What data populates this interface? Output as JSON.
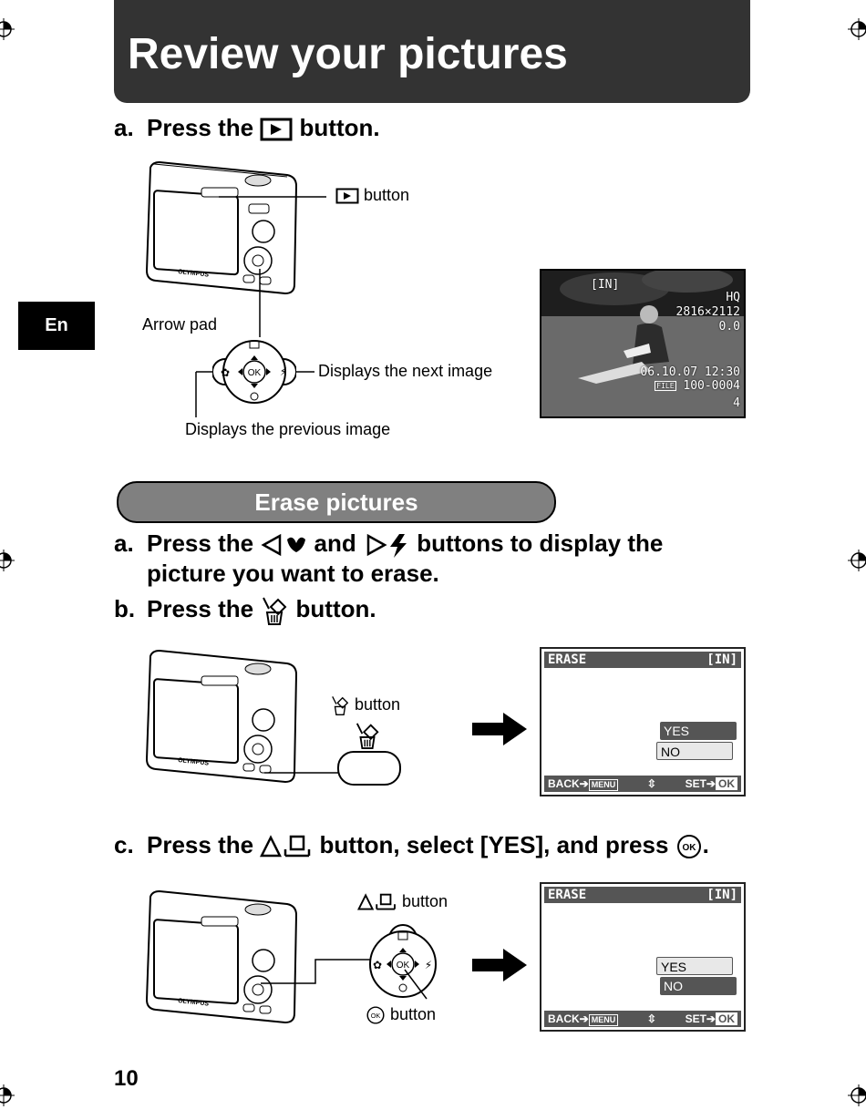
{
  "header": {
    "title": "Review your pictures"
  },
  "side_tab": {
    "label": "En"
  },
  "review": {
    "step_a": {
      "label": "a.",
      "pre": "Press the",
      "post": "button."
    },
    "callout_play_button": "button",
    "callout_arrow_pad": "Arrow pad",
    "callout_next": "Displays the next image",
    "callout_prev": "Displays the previous image"
  },
  "photo_overlay": {
    "memory": "[IN]",
    "quality": "HQ",
    "resolution": "2816×2112",
    "exposure": "0.0",
    "datetime": "06.10.07  12:30",
    "file_badge": "FILE",
    "file_no": "100-0004",
    "frame": "4"
  },
  "erase_section": {
    "heading": "Erase pictures",
    "step_a": {
      "label": "a.",
      "pre": "Press the",
      "mid": "and",
      "post": "buttons to display the",
      "line2": "picture you want to erase."
    },
    "step_b": {
      "label": "b.",
      "pre": "Press the",
      "post": "button."
    },
    "step_b_callout": "button",
    "step_c": {
      "label": "c.",
      "pre": "Press the",
      "mid": "button, select [YES], and press",
      "post": "."
    },
    "step_c_callout_print": "button",
    "step_c_callout_ok": "button"
  },
  "erase_screen_1": {
    "title": "ERASE",
    "memory": "[IN]",
    "yes": "YES",
    "no": "NO",
    "back": "BACK",
    "menu": "MENU",
    "set": "SET",
    "ok": "OK",
    "selected": "YES"
  },
  "erase_screen_2": {
    "title": "ERASE",
    "memory": "[IN]",
    "yes": "YES",
    "no": "NO",
    "back": "BACK",
    "menu": "MENU",
    "set": "SET",
    "ok": "OK",
    "selected": "NO"
  },
  "camera": {
    "brand": "OLYMPUS",
    "ok": "OK"
  },
  "page_number": "10"
}
